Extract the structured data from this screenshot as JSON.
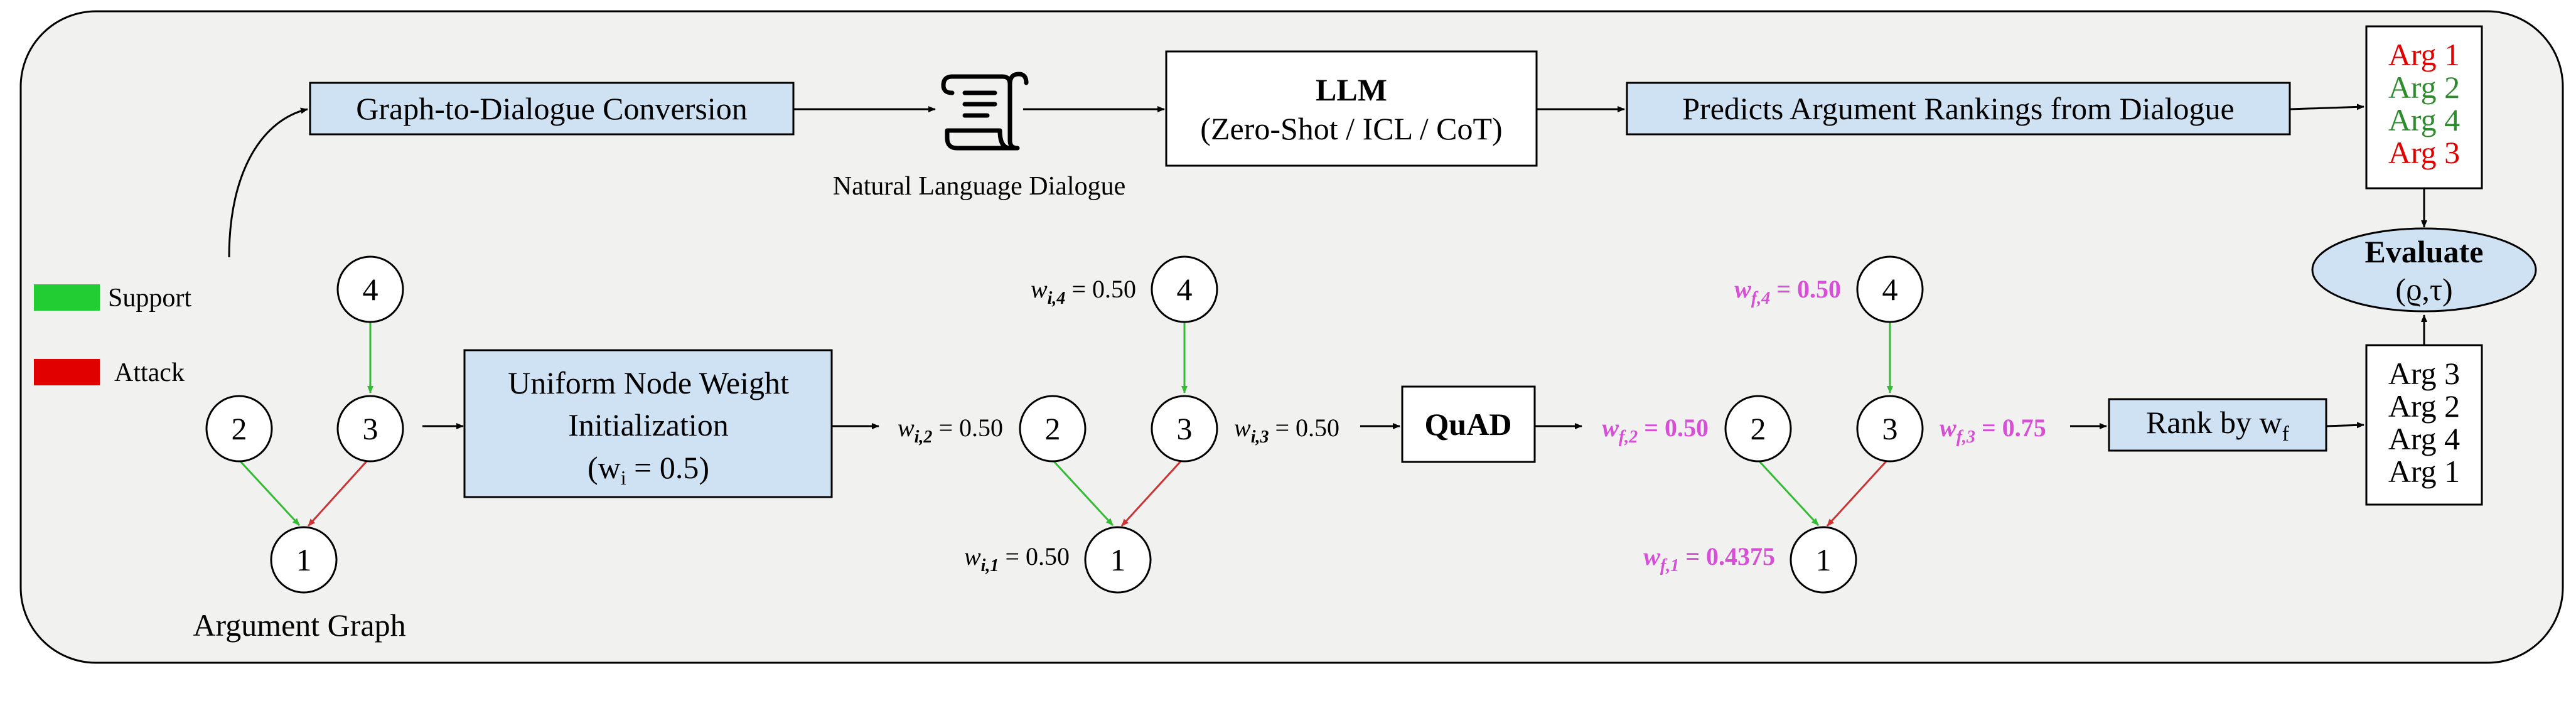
{
  "legend": {
    "support_label": "Support",
    "attack_label": "Attack",
    "support_color": "#22cc33",
    "attack_color": "#e00000"
  },
  "boxes": {
    "graph_to_dialogue": "Graph-to-Dialogue Conversion",
    "llm_title": "LLM",
    "llm_subtitle": "(Zero-Shot / ICL / CoT)",
    "predicts": "Predicts Argument Rankings from Dialogue",
    "uniform_line1": "Uniform Node Weight",
    "uniform_line2": "Initialization",
    "uniform_line3_base": "(w",
    "uniform_line3_sub": "i",
    "uniform_line3_rest": " = 0.5)",
    "quad": "QuAD",
    "rank_by_base": "Rank by w",
    "rank_by_sub": "f",
    "evaluate_title": "Evaluate",
    "evaluate_metrics": "(ϱ,τ)"
  },
  "labels": {
    "natural_language_dialogue": "Natural Language Dialogue",
    "argument_graph": "Argument Graph"
  },
  "graphs": {
    "nodes": [
      "1",
      "2",
      "3",
      "4"
    ]
  },
  "initial_weights": {
    "prefix": "w",
    "w1": {
      "sub": "i,1",
      "value": " = 0.50"
    },
    "w2": {
      "sub": "i,2",
      "value": " = 0.50"
    },
    "w3": {
      "sub": "i,3",
      "value": " = 0.50"
    },
    "w4": {
      "sub": "i,4",
      "value": " = 0.50"
    }
  },
  "final_weights": {
    "prefix": "w",
    "color": "#d64fd6",
    "w1": {
      "sub": "f,1",
      "value": " = 0.4375"
    },
    "w2": {
      "sub": "f,2",
      "value": " = 0.50"
    },
    "w3": {
      "sub": "f,3",
      "value": " = 0.75"
    },
    "w4": {
      "sub": "f,4",
      "value": " = 0.50"
    }
  },
  "predicted_ranking": [
    {
      "text": "Arg 1",
      "color": "#e00000"
    },
    {
      "text": "Arg 2",
      "color": "#2e8b2e"
    },
    {
      "text": "Arg 4",
      "color": "#2e8b2e"
    },
    {
      "text": "Arg 3",
      "color": "#e00000"
    }
  ],
  "quad_ranking": [
    "Arg 3",
    "Arg 2",
    "Arg 4",
    "Arg 1"
  ],
  "colors": {
    "panel_bg": "#f1f1f0",
    "box_blue": "#cfe2f3",
    "box_white": "#ffffff",
    "stroke": "#000000",
    "support_edge": "#33bb33",
    "attack_edge": "#cc3333"
  }
}
